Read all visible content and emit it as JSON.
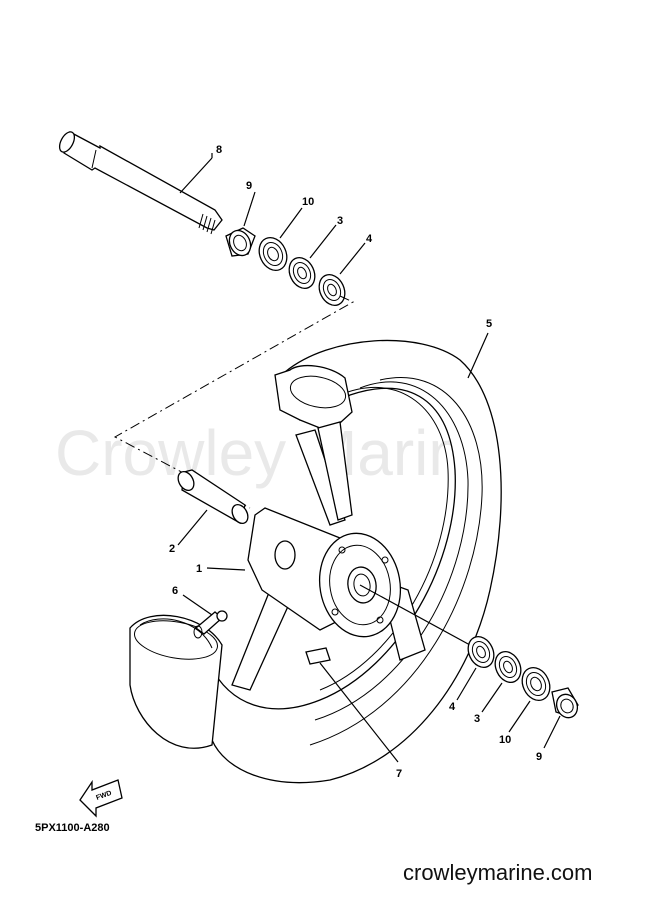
{
  "diagram": {
    "watermark": "Crowley Marine",
    "drawing_code": "5PX1100-A280",
    "site_url": "crowleymarine.com",
    "fwd_label": "FWD",
    "callouts": {
      "axle_8": "8",
      "collar_9_top": "9",
      "seal_10_top": "10",
      "bearing_3_top": "3",
      "bearing_4_top": "4",
      "tire_5": "5",
      "spacer_2": "2",
      "hub_1": "1",
      "valve_6": "6",
      "weight_7": "7",
      "bearing_4_bottom": "4",
      "bearing_3_bottom": "3",
      "seal_10_bottom": "10",
      "collar_9_bottom": "9"
    }
  }
}
